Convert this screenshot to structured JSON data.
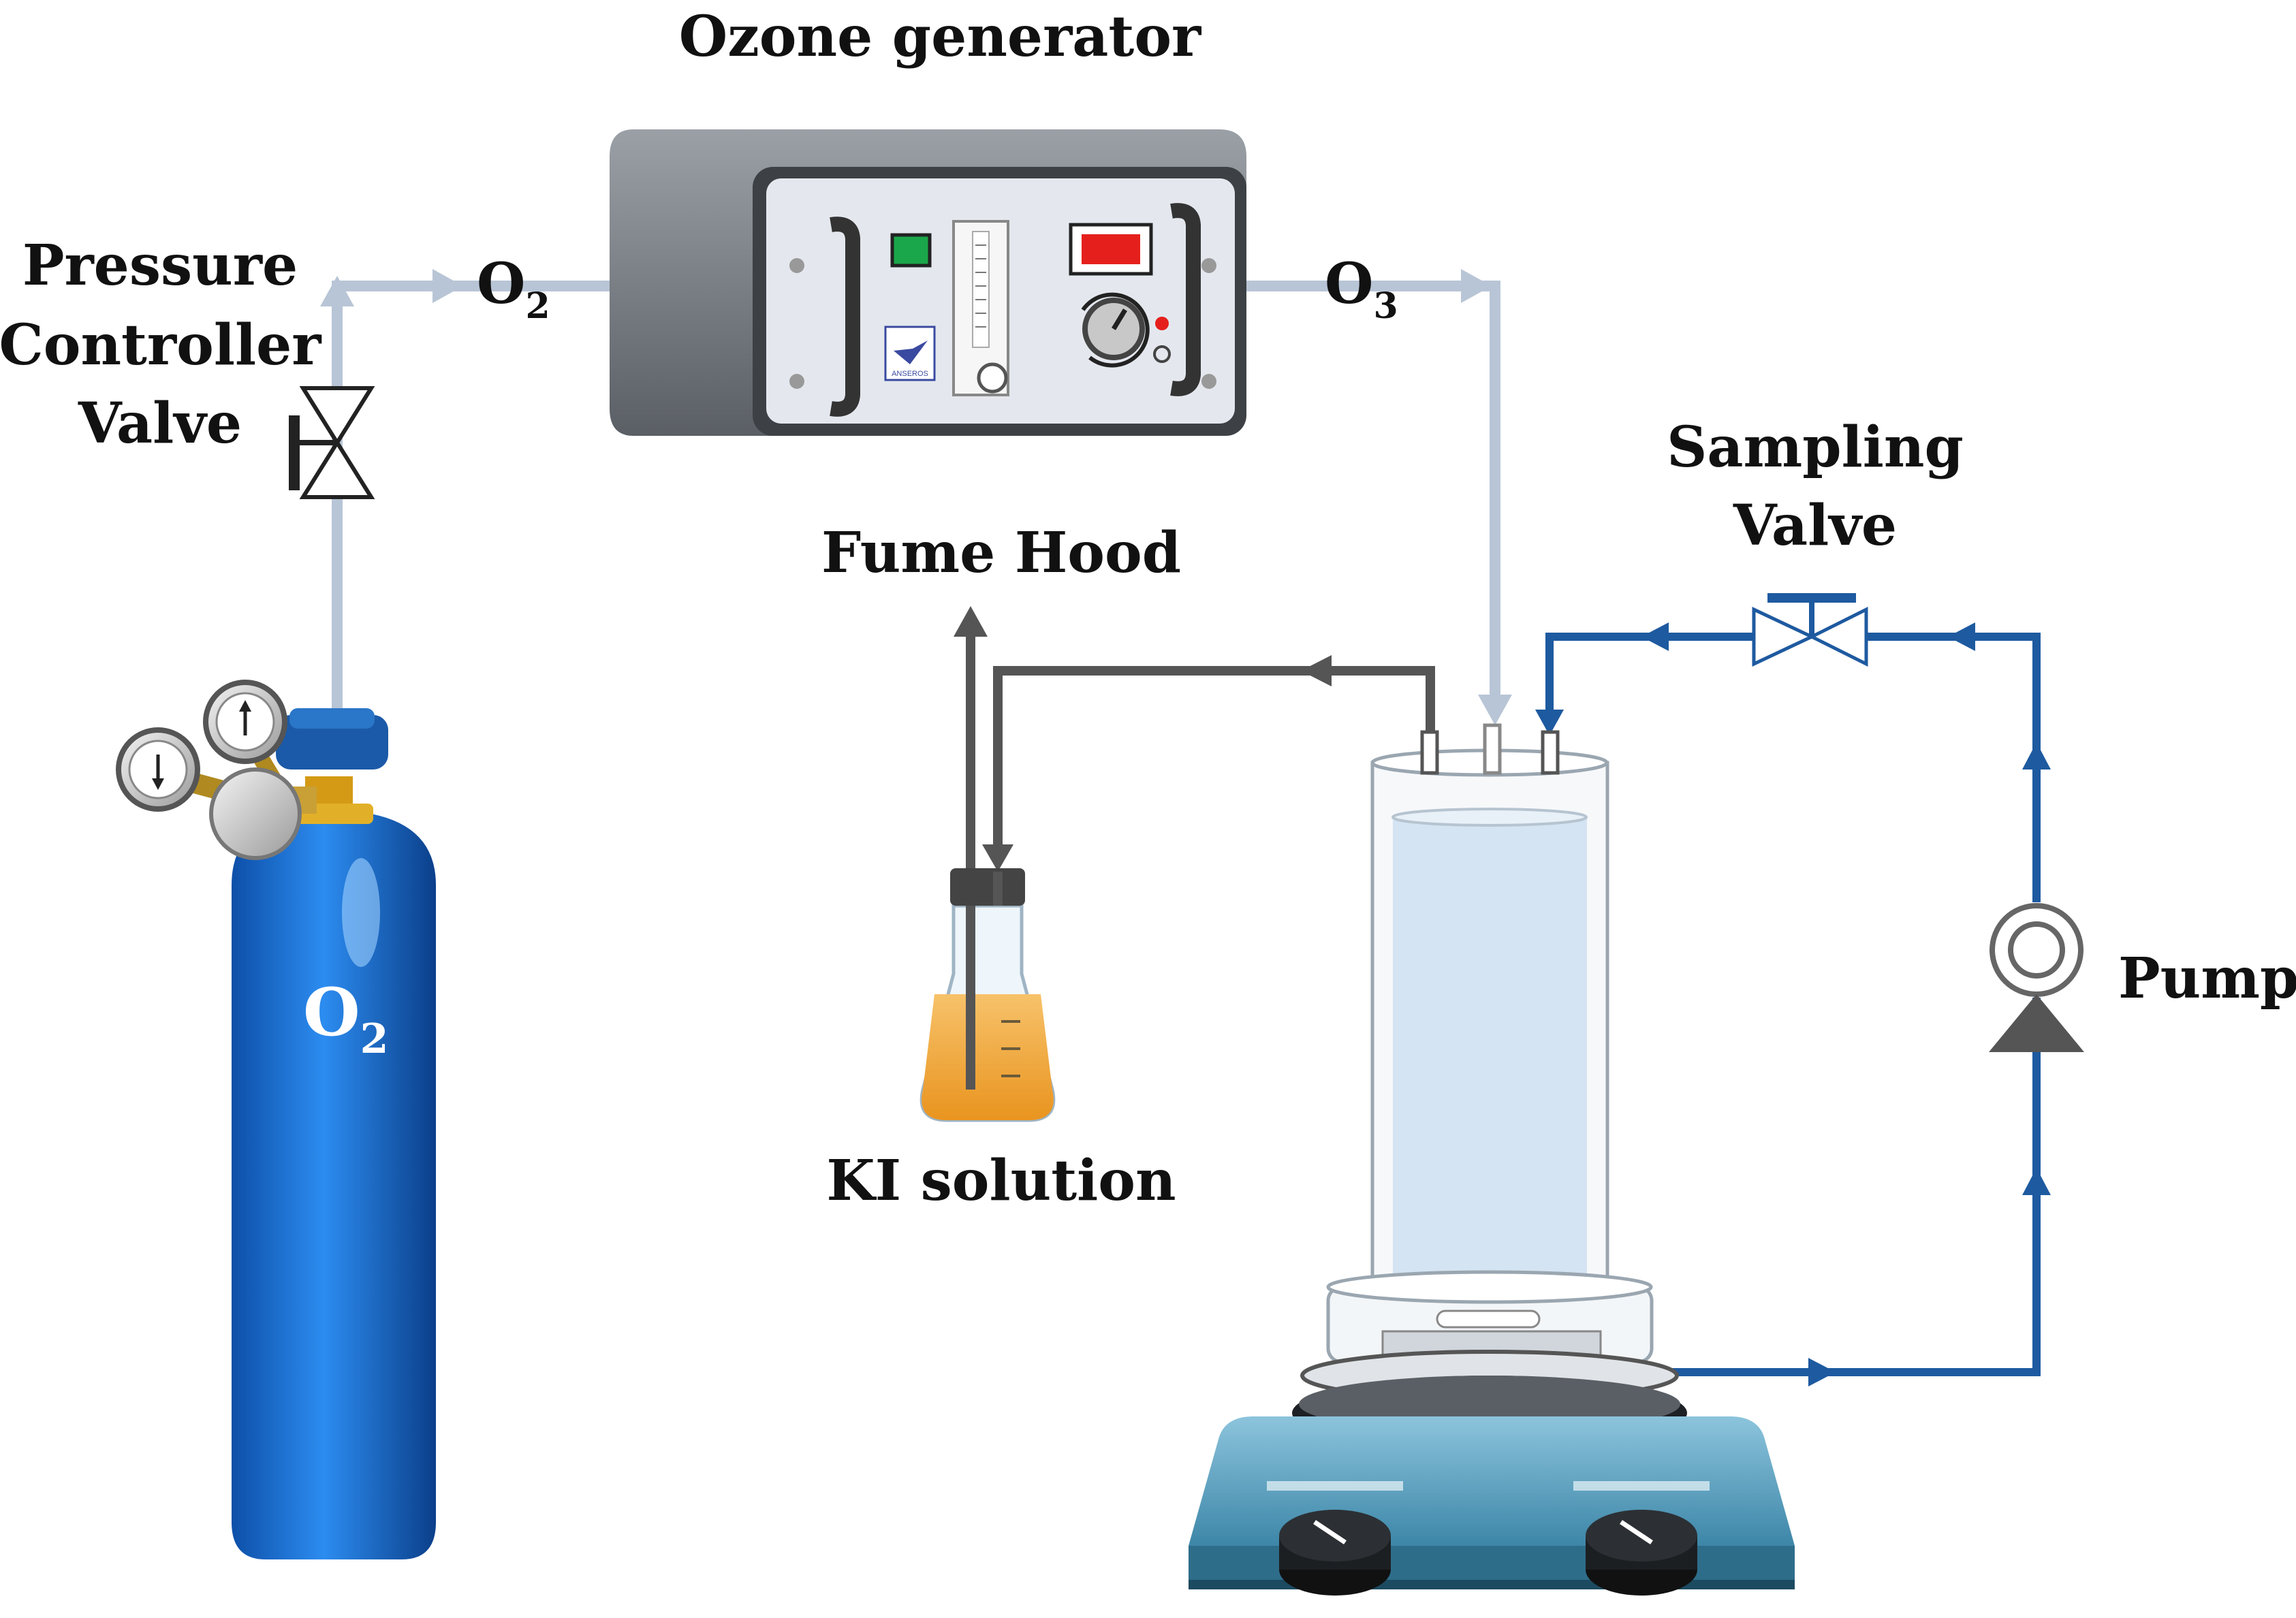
{
  "labels": {
    "ozone_generator": "Ozone generator",
    "pressure_valve_line1": "Pressure",
    "pressure_valve_line2": "Controller",
    "pressure_valve_line3": "Valve",
    "o2_line": "O",
    "o2_line_sub": "2",
    "o3_line": "O",
    "o3_line_sub": "3",
    "fume_hood": "Fume Hood",
    "sampling_valve_line1": "Sampling",
    "sampling_valve_line2": "Valve",
    "ki_solution": "KI solution",
    "pump": "Pump",
    "cylinder_gas": "O",
    "cylinder_gas_sub": "2",
    "brand_text": "ANSEROS"
  },
  "colors": {
    "gas_line": "#b8c5d6",
    "exhaust_line": "#555555",
    "water_loop": "#1e5aa0",
    "cylinder": "#1e78d8",
    "generator_body": "#6f747a",
    "generator_panel": "#e4e8ee",
    "stirrer": "#4f97b6",
    "ki_liquid": "#f0a030",
    "reactor_liquid": "#cfe0f0"
  }
}
